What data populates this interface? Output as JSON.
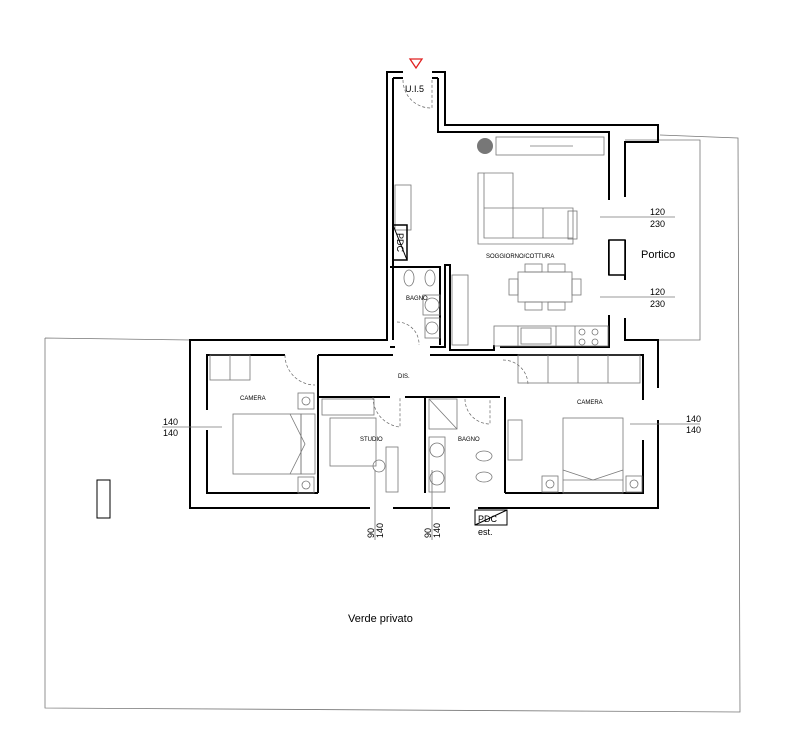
{
  "plan": {
    "unit_label": "U.I.5",
    "entrance_marker_color": "#e02020",
    "rooms": {
      "living": "SOGGIORNO/COTTURA",
      "bath_upper": "BAGNO",
      "hall": "DIS.",
      "bedroom_left": "CAMERA",
      "study": "STUDIO",
      "bath_lower": "BAGNO",
      "bedroom_right": "CAMERA",
      "porch": "Portico",
      "garden": "Verde privato"
    },
    "windows": {
      "living_top": {
        "width": "120",
        "height": "230"
      },
      "living_bottom": {
        "width": "120",
        "height": "230"
      },
      "bedroom_left": {
        "width": "140",
        "height": "140"
      },
      "bedroom_right": {
        "width": "140",
        "height": "140"
      },
      "study": {
        "width": "90",
        "height": "140"
      },
      "bath_lower": {
        "width": "90",
        "height": "140"
      }
    },
    "heat_pump_internal": "PDC",
    "heat_pump_external": {
      "label": "PDC",
      "sub": "est."
    }
  }
}
